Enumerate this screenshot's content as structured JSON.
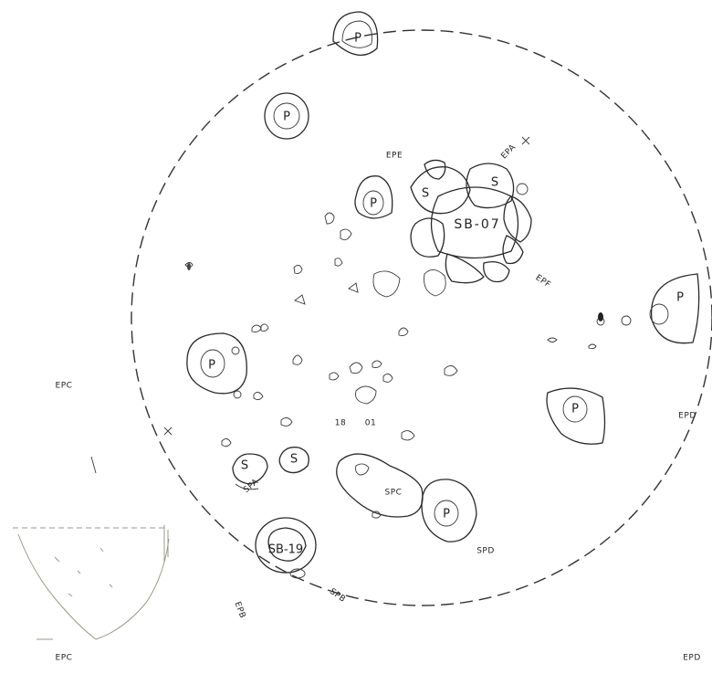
{
  "labels": {
    "pit": "P",
    "stone": "S",
    "feature_sb07": "SB-07",
    "feature_sb19": "SB-19",
    "epc_left": "EPC",
    "epc_bottom": "EPC",
    "epd_right": "EPD",
    "epd_bottom": "EPD",
    "epe_top": "EPE",
    "epa_top": "EPA",
    "epf_right": "EPF",
    "spa": "SPA",
    "spc": "SPC",
    "spd": "SPD",
    "spb": "SPB",
    "epb": "EPB"
  },
  "colors": {
    "ink": "#2a2a2a",
    "inset": "#9a9a8a"
  }
}
